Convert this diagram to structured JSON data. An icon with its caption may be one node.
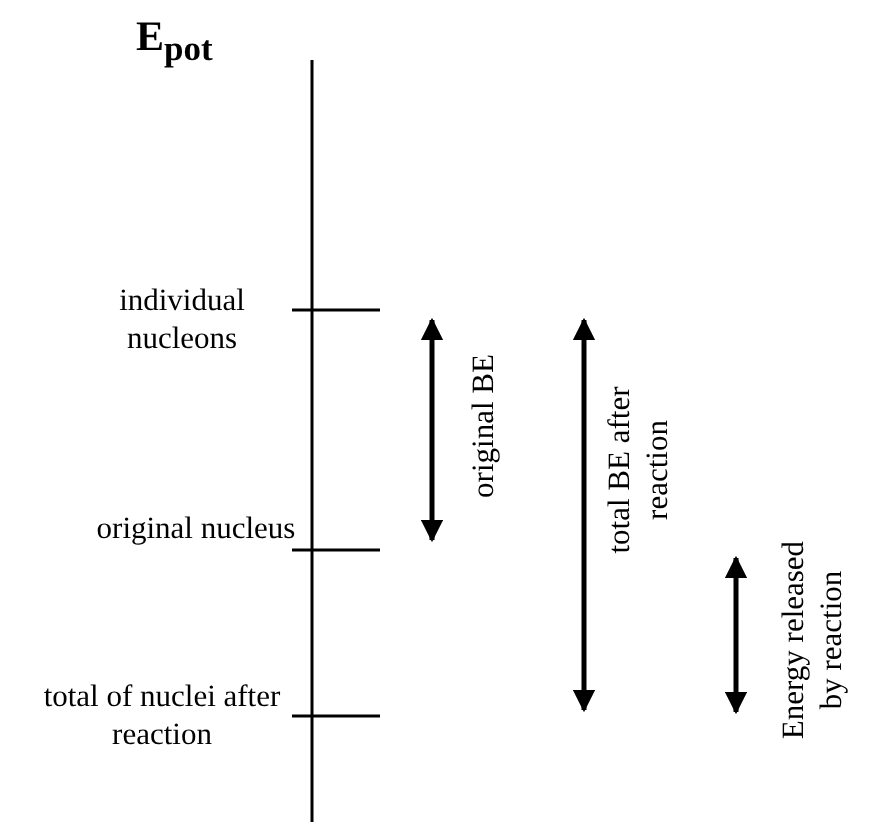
{
  "diagram": {
    "title": "E$_{pot}$",
    "labels": [
      "individual nucleons",
      "original BE",
      "total BE after reaction",
      "original nucleus",
      "Energy released by reaction",
      "total of nuclei after reaction"
    ]
  }
}
